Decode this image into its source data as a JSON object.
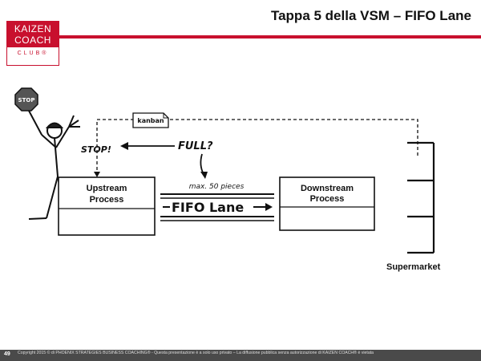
{
  "title": "Tappa 5 della VSM – FIFO Lane",
  "logo": {
    "line1": "KAIZEN",
    "line2": "COACH",
    "club": "CLUB®"
  },
  "diagram": {
    "sign_label": "STOP",
    "kanban_label": "kanban",
    "stop_label": "STOP!",
    "full_label": "FULL?",
    "max_label": "max. 50 pieces",
    "upstream_line1": "Upstream",
    "upstream_line2": "Process",
    "downstream_line1": "Downstream",
    "downstream_line2": "Process",
    "fifo_label": "FIFO Lane",
    "supermarket_label": "Supermarket"
  },
  "footer": {
    "page_number": "49",
    "copyright": "Copyright 2015 © di PHOENIX STRATEGIES BUSINESS COACHING® - Questa presentazione è a solo uso privato – La diffusione pubblica senza autorizzazione di KAIZEN COACH® è vietata"
  }
}
